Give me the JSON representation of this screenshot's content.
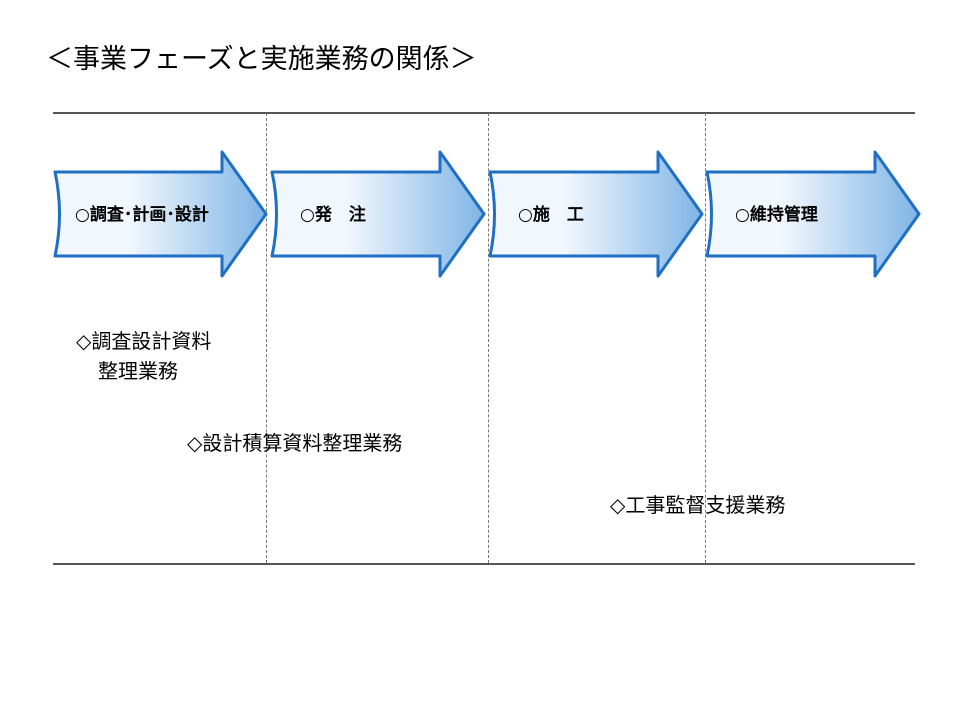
{
  "title": "＜事業フェーズと実施業務の関係＞",
  "colors": {
    "arrow_outline": "#1f6fc5",
    "arrow_fill_light": "#f2f7fd",
    "arrow_fill_dark": "#7fb5e6",
    "rule_line": "#555555",
    "divider": "#777777"
  },
  "phases": [
    {
      "label": "○調査･計画･設計"
    },
    {
      "label": "○発　注"
    },
    {
      "label": "○施　工"
    },
    {
      "label": "○維持管理"
    }
  ],
  "tasks": [
    {
      "line1": "◇調査設計資料",
      "line2": "整理業務"
    },
    {
      "line1": "◇設計積算資料整理業務"
    },
    {
      "line1": "◇工事監督支援業務"
    }
  ]
}
